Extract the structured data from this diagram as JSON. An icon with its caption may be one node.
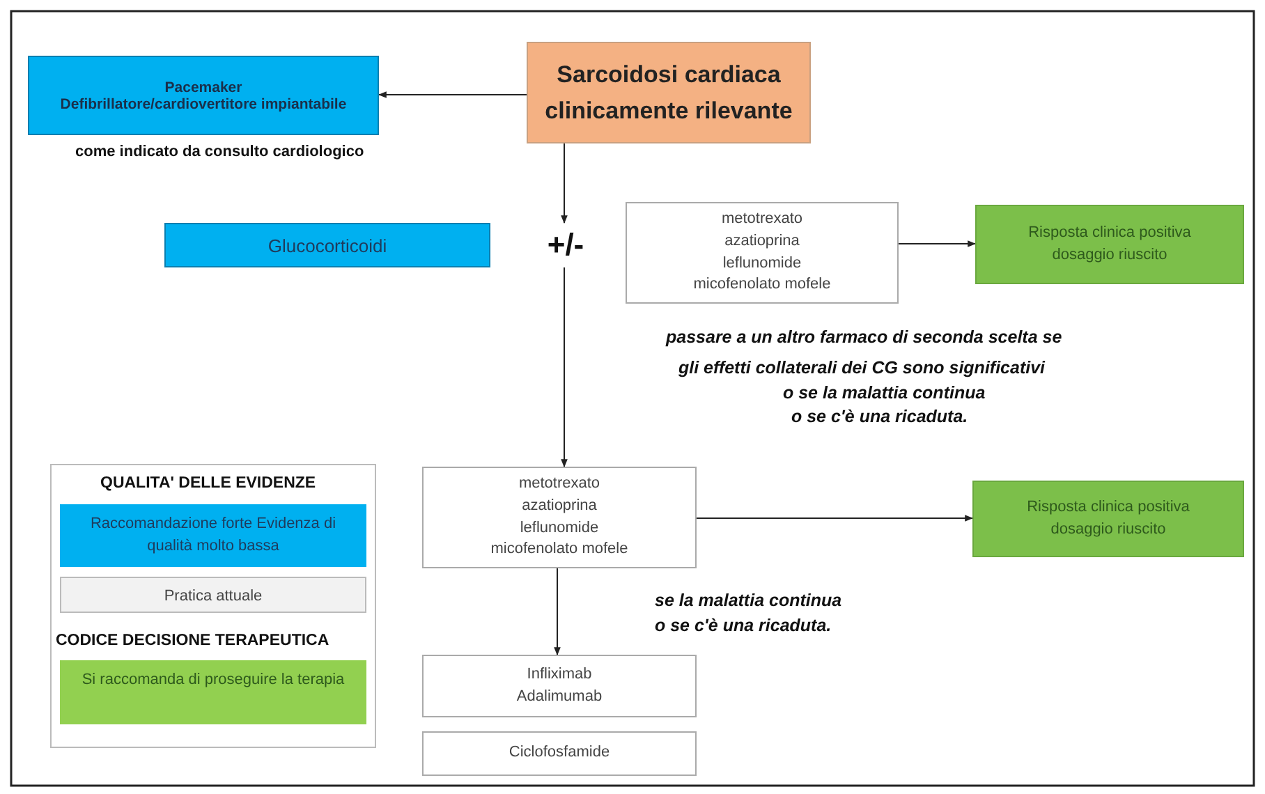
{
  "diagram": {
    "nodes": [
      {
        "text": [
          "Sarcoidosi cardiaca clinicamente rilevante"
        ]
      },
      {
        "text": [
          "Pacemaker",
          "Defibrillatore/cardiovertitore impiantabile"
        ],
        "beside": [
          "come indicato da consulto cardiologico"
        ]
      },
      {
        "text": [
          "Glucocorticoidi"
        ]
      },
      {
        "text": [
          "+/-"
        ]
      },
      {
        "text": [
          "metotrexato",
          "azatioprina",
          "leflunomide",
          "micofenolato mofele"
        ]
      },
      {
        "text": [
          "Risposta clinica positiva",
          "dosaggio riuscito"
        ]
      },
      {
        "text": [
          "metotrexato",
          "azatioprina",
          "leflunomide",
          "micofenolato mofele"
        ]
      },
      {
        "text": [
          "Risposta clinica positiva",
          "dosaggio riuscito"
        ]
      },
      {
        "text": [
          "Infliximab",
          "Adalimumab"
        ]
      },
      {
        "text": [
          "Ciclofosfamide"
        ]
      }
    ],
    "edges": [
      {
        "from": 0,
        "to": 1,
        "arrow": "to"
      },
      {
        "from": 0,
        "to": 3,
        "arrow": "to"
      },
      {
        "from": 4,
        "to": 5,
        "arrow": "to"
      },
      {
        "from": 3,
        "to": 6,
        "arrow": "to"
      },
      {
        "from": 6,
        "to": 7,
        "arrow": "to"
      },
      {
        "from": 6,
        "to": 8,
        "arrow": "to"
      }
    ],
    "labels": [
      "passare a un altro farmaco di seconda scelta se",
      "gli effetti collaterali  dei CG sono significativi",
      "o se la malattia continua",
      "o se c'è una ricaduta.",
      "se la malattia continua",
      "o se c'è una ricaduta.",
      "QUALITA' DELLE EVIDENZE",
      "CODICE DECISIONE TERAPEUTICA"
    ],
    "legend": [
      {
        "text": "Raccomandazione forte Evidenza di qualità molto bassa",
        "color": "#00b0f0"
      },
      {
        "text": "Pratica attuale",
        "color": "#f2f2f2"
      },
      {
        "text": "Si raccomanda di proseguire la terapia",
        "color": "#92d050"
      }
    ]
  }
}
